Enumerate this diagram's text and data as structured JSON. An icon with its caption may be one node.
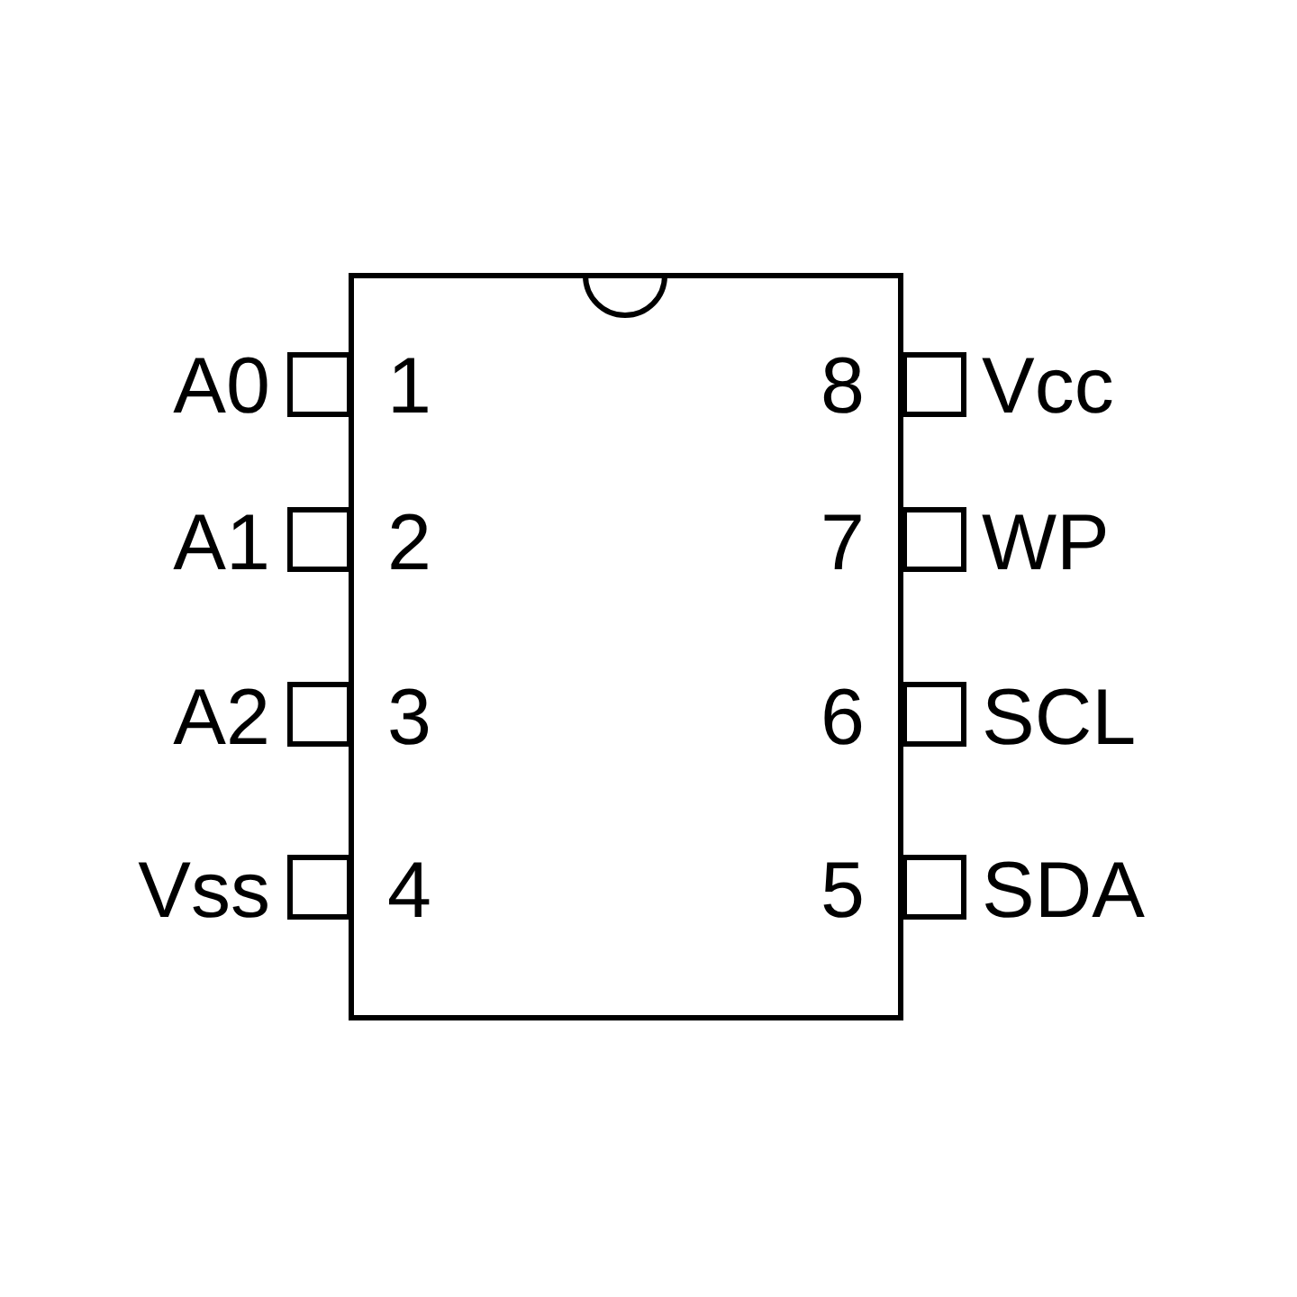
{
  "diagram": {
    "labels": [
      "A0",
      "1",
      "8",
      "Vcc",
      "A1",
      "2",
      "7",
      "WP",
      "A2",
      "3",
      "6",
      "SCL",
      "Vss",
      "4",
      "5",
      "SDA"
    ]
  }
}
